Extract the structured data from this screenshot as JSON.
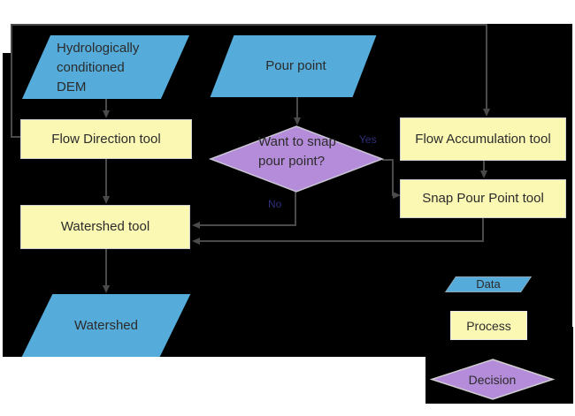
{
  "diagram_type": "flowchart",
  "colors": {
    "background_page": "#ffffff",
    "background_panel": "#000000",
    "data_shape": "#55abd9",
    "process_shape": "#fbf8b4",
    "decision_shape": "#b58cd9",
    "connector": "#4a4a4a",
    "shape_text": "#2b2b2b",
    "branch_label_text": "#2f2f7e"
  },
  "nodes": {
    "dem": {
      "label": "Hydrologically conditioned DEM",
      "type": "data"
    },
    "pour_point": {
      "label": "Pour point",
      "type": "data"
    },
    "flow_direction": {
      "label": "Flow Direction tool",
      "type": "process"
    },
    "flow_accumulation": {
      "label": "Flow Accumulation tool",
      "type": "process"
    },
    "snap_pour_point": {
      "label": "Snap Pour Point tool",
      "type": "process"
    },
    "decision": {
      "label": "Want to snap pour point?",
      "type": "decision"
    },
    "watershed_tool": {
      "label": "Watershed tool",
      "type": "process"
    },
    "watershed_output": {
      "label": "Watershed",
      "type": "data"
    }
  },
  "branch_labels": {
    "yes": "Yes",
    "no": "No"
  },
  "edges": [
    {
      "from": "dem",
      "to": "flow_direction"
    },
    {
      "from": "pour_point",
      "to": "decision"
    },
    {
      "from": "flow_direction",
      "to": "flow_accumulation"
    },
    {
      "from": "flow_direction",
      "to": "watershed_tool"
    },
    {
      "from": "flow_accumulation",
      "to": "snap_pour_point"
    },
    {
      "from": "decision",
      "to": "snap_pour_point",
      "label": "Yes"
    },
    {
      "from": "decision",
      "to": "watershed_tool",
      "label": "No"
    },
    {
      "from": "snap_pour_point",
      "to": "watershed_tool"
    },
    {
      "from": "watershed_tool",
      "to": "watershed_output"
    }
  ],
  "legend": {
    "data_label": "Data",
    "process_label": "Process",
    "decision_label": "Decision"
  }
}
